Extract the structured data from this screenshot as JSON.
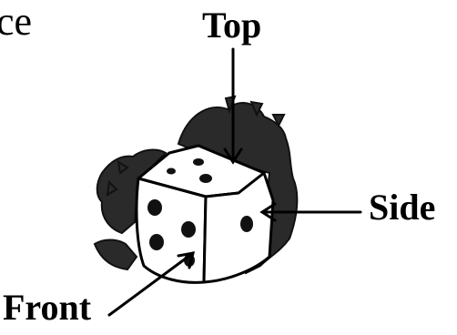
{
  "labels": {
    "partial": "ce",
    "top": "Top",
    "side": "Side",
    "front": "Front"
  },
  "die": {
    "top_pips": 3,
    "front_pips": 4,
    "side_pips": 1
  },
  "colors": {
    "ink": "#000000",
    "shadow": "#2a2a2a",
    "paper": "#ffffff"
  }
}
